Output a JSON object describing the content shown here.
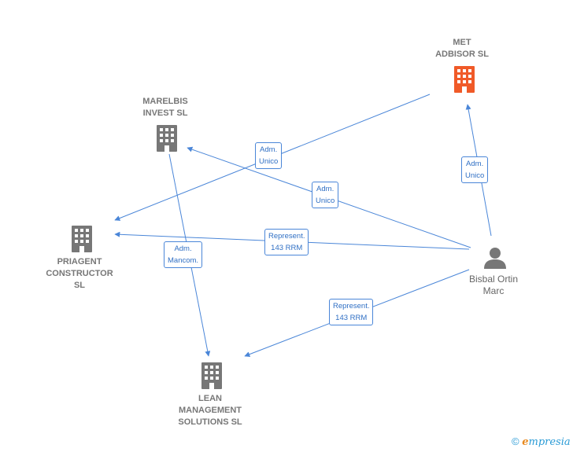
{
  "nodes": {
    "met": {
      "name": "MET\nADBISOR SL",
      "icon": "building-icon",
      "color": "#f05a28"
    },
    "marelbis": {
      "name": "MARELBIS\nINVEST SL",
      "icon": "building-icon",
      "color": "#777777"
    },
    "priagent": {
      "name": "PRIAGENT\nCONSTRUCTOR\nSL",
      "icon": "building-icon",
      "color": "#777777"
    },
    "lean": {
      "name": "LEAN\nMANAGEMENT\nSOLUTIONS SL",
      "icon": "building-icon",
      "color": "#777777"
    },
    "person": {
      "name": "Bisbal Ortin\nMarc",
      "icon": "person-icon",
      "color": "#777777"
    }
  },
  "edges": [
    {
      "id": "e1",
      "label": "Adm.\nUnico"
    },
    {
      "id": "e2",
      "label": "Adm.\nUnico"
    },
    {
      "id": "e3",
      "label": "Adm.\nUnico"
    },
    {
      "id": "e4",
      "label": "Represent.\n143 RRM"
    },
    {
      "id": "e5",
      "label": "Represent.\n143 RRM"
    },
    {
      "id": "e6",
      "label": "Adm.\nMancom."
    }
  ],
  "colors": {
    "edge": "#4a86d8",
    "accent": "#f05a28"
  },
  "brand": {
    "copyright": "©",
    "e": "e",
    "rest": "mpresia"
  }
}
